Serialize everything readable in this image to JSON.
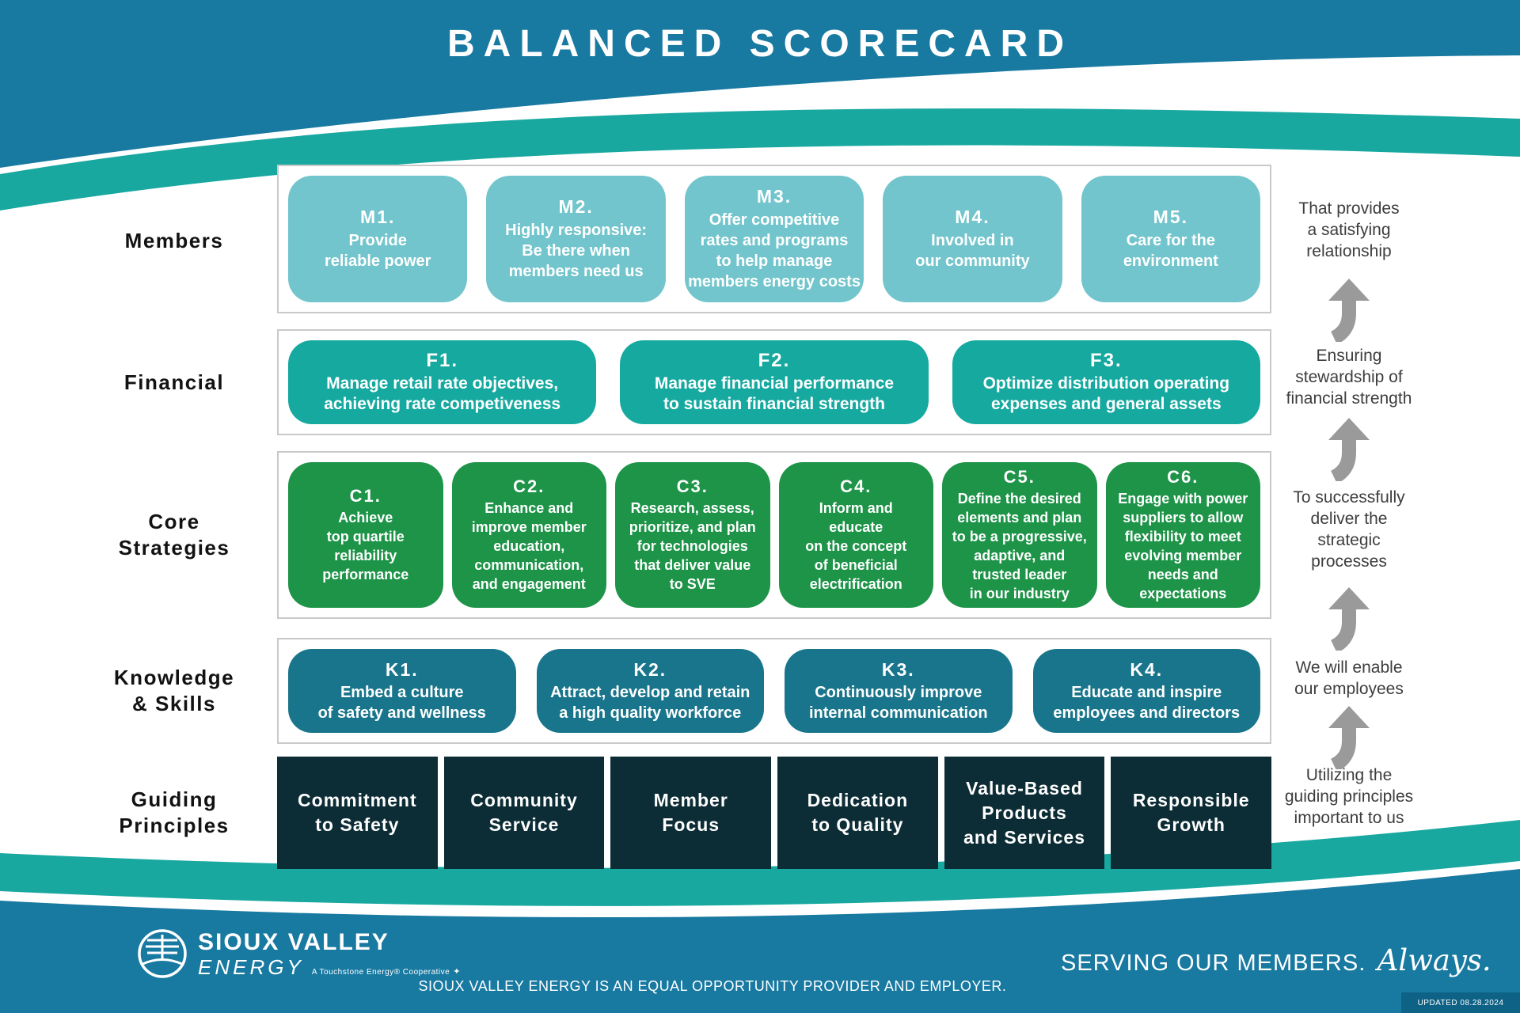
{
  "title": "BALANCED SCORECARD",
  "colors": {
    "header_blue": "#1879a1",
    "band_teal": "#18a8a0",
    "members_teal": "#72c5cc",
    "financial_teal": "#16a9a0",
    "core_green": "#1d9448",
    "knowledge_teal": "#19758b",
    "guiding_navy": "#0d2d36",
    "arrow_gray": "#9a9a9a"
  },
  "rows": {
    "members": {
      "label": "Members",
      "items": [
        {
          "code": "M1.",
          "text": "Provide\nreliable power"
        },
        {
          "code": "M2.",
          "text": "Highly responsive:\nBe there when\nmembers need us"
        },
        {
          "code": "M3.",
          "text": "Offer competitive\nrates and programs\nto help manage\nmembers energy costs"
        },
        {
          "code": "M4.",
          "text": "Involved in\nour community"
        },
        {
          "code": "M5.",
          "text": "Care for the\nenvironment"
        }
      ]
    },
    "financial": {
      "label": "Financial",
      "items": [
        {
          "code": "F1.",
          "text": "Manage retail rate objectives,\nachieving rate competiveness"
        },
        {
          "code": "F2.",
          "text": "Manage financial performance\nto sustain financial strength"
        },
        {
          "code": "F3.",
          "text": "Optimize distribution operating\nexpenses and general assets"
        }
      ]
    },
    "core": {
      "label": "Core\nStrategies",
      "items": [
        {
          "code": "C1.",
          "text": "Achieve\ntop quartile\nreliability\nperformance"
        },
        {
          "code": "C2.",
          "text": "Enhance and\nimprove member\neducation,\ncommunication,\nand engagement"
        },
        {
          "code": "C3.",
          "text": "Research, assess,\nprioritize, and plan\nfor technologies\nthat deliver value\nto SVE"
        },
        {
          "code": "C4.",
          "text": "Inform and\neducate\non the concept\nof beneficial\nelectrification"
        },
        {
          "code": "C5.",
          "text": "Define the desired\nelements and plan\nto be a progressive,\nadaptive, and\ntrusted leader\nin our industry"
        },
        {
          "code": "C6.",
          "text": "Engage with power\nsuppliers to allow\nflexibility to meet\nevolving member\nneeds and\nexpectations"
        }
      ]
    },
    "knowledge": {
      "label": "Knowledge\n& Skills",
      "items": [
        {
          "code": "K1.",
          "text": "Embed a culture\nof safety and wellness"
        },
        {
          "code": "K2.",
          "text": "Attract, develop and retain\na high quality workforce"
        },
        {
          "code": "K3.",
          "text": "Continuously improve\ninternal communication"
        },
        {
          "code": "K4.",
          "text": "Educate and inspire\nemployees and directors"
        }
      ]
    },
    "guiding": {
      "label": "Guiding\nPrinciples",
      "items": [
        {
          "text": "Commitment\nto Safety"
        },
        {
          "text": "Community\nService"
        },
        {
          "text": "Member\nFocus"
        },
        {
          "text": "Dedication\nto Quality"
        },
        {
          "text": "Value-Based\nProducts\nand Services"
        },
        {
          "text": "Responsible\nGrowth"
        }
      ]
    }
  },
  "annotations": [
    "That provides\na satisfying\nrelationship",
    "Ensuring\nstewardship of\nfinancial strength",
    "To successfully\ndeliver the\nstrategic\nprocesses",
    "We will enable\nour employees",
    "Utilizing the\nguiding principles\nimportant to us"
  ],
  "footer": {
    "logo_name": "SIOUX VALLEY",
    "logo_sub": "ENERGY",
    "logo_tagline": "A Touchstone Energy® Cooperative",
    "eeo_text": "SIOUX VALLEY ENERGY IS AN EQUAL OPPORTUNITY PROVIDER AND EMPLOYER.",
    "serving": "SERVING OUR MEMBERS.",
    "always": "Always.",
    "updated": "UPDATED 08.28.2024"
  },
  "icons": {
    "up_arrow": "curved-up-arrow",
    "touchstone_kite": "✦",
    "logo_mark": "power-lines-circle"
  }
}
